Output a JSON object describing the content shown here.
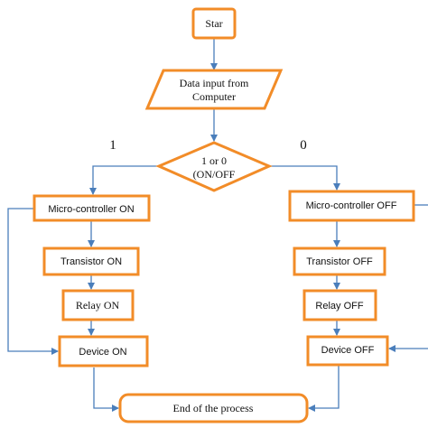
{
  "colors": {
    "node_border": "#F28C28",
    "connector": "#4A7EBB",
    "background": "#FFFFFF",
    "text": "#111111"
  },
  "flowchart": {
    "start": "Star",
    "input": {
      "line1": "Data input from",
      "line2": "Computer"
    },
    "decision": {
      "line1": "1 or 0",
      "line2": "(ON/OFF"
    },
    "branch_on_label": "1",
    "branch_off_label": "0",
    "on_branch": {
      "micro": "Micro-controller ON",
      "transistor": "Transistor ON",
      "relay": "Relay ON",
      "device": "Device ON"
    },
    "off_branch": {
      "micro": "Micro-controller OFF",
      "transistor": "Transistor OFF",
      "relay": "Relay OFF",
      "device": "Device OFF"
    },
    "end": "End of the process"
  }
}
